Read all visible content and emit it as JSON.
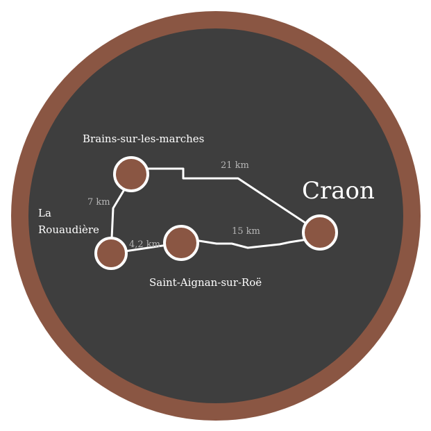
{
  "colors": {
    "ring": "#8a5643",
    "disc": "#3e3e3e",
    "route": "#ffffff",
    "stop_fill": "#8a5643",
    "stop_stroke": "#ffffff",
    "distance_text": "#b5b5b5"
  },
  "places": {
    "brains": "Brains-sur-les-marches",
    "la_rouaudiere_line1": "La",
    "la_rouaudiere_line2": "Rouaudière",
    "saint_aignan": "Saint-Aignan-sur-Roë",
    "craon": "Craon"
  },
  "distances": {
    "brains_craon": "21 km",
    "brains_rouaudiere": "7 km",
    "rouaudiere_saint_aignan": "4,2 km",
    "saint_aignan_craon": "15 km"
  }
}
